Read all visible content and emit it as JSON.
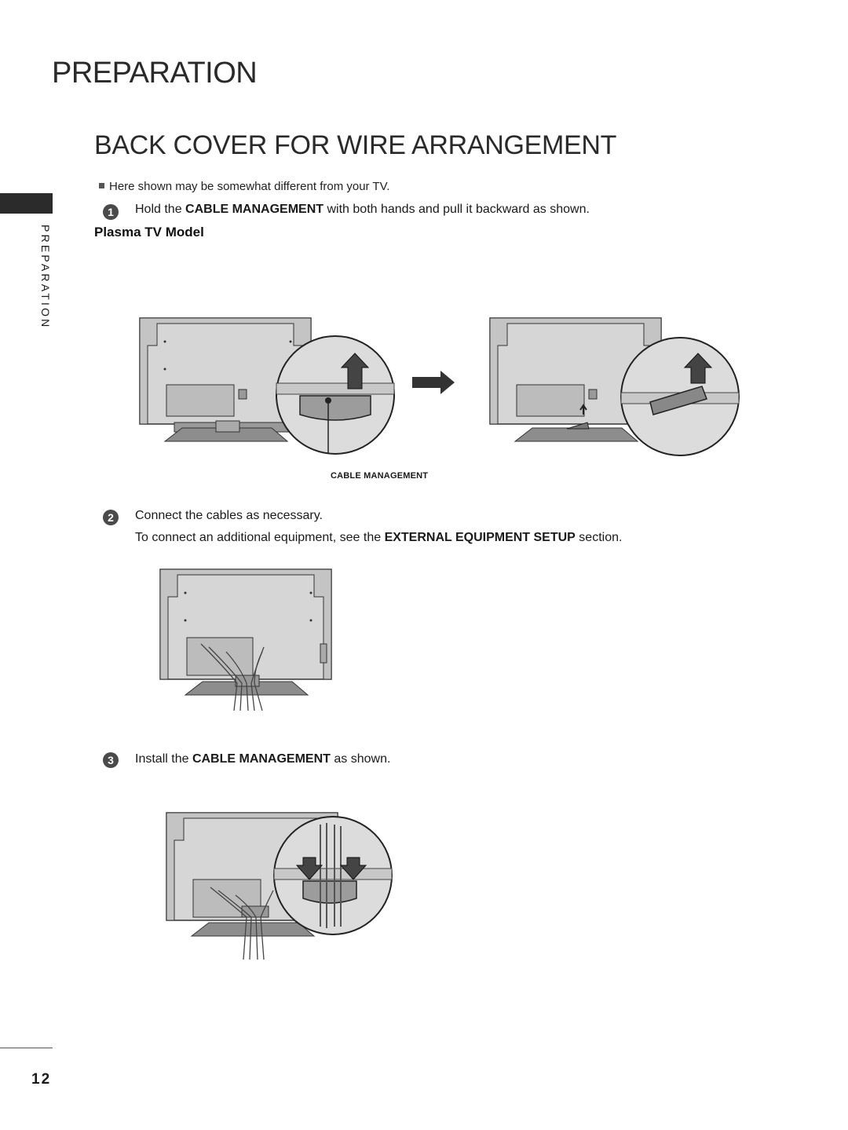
{
  "header": {
    "title": "PREPARATION"
  },
  "section": {
    "title": "BACK COVER FOR WIRE ARRANGEMENT"
  },
  "sidebar": {
    "label": "PREPARATION"
  },
  "note": {
    "text": "Here shown may be somewhat different from your TV."
  },
  "subheading": "Plasma TV Model",
  "steps": [
    {
      "num": "1",
      "pre": "Hold the ",
      "bold": "CABLE MANAGEMENT",
      "post": " with both hands and pull it backward as shown."
    },
    {
      "num": "2",
      "line1": "Connect the cables as necessary.",
      "line2_pre": "To connect an additional equipment, see the ",
      "line2_bold": "EXTERNAL EQUIPMENT SETUP",
      "line2_post": " section."
    },
    {
      "num": "3",
      "pre": "Install the ",
      "bold": "CABLE MANAGEMENT",
      "post": " as shown."
    }
  ],
  "callout": {
    "label": "CABLE MANAGEMENT"
  },
  "page_number": "12"
}
